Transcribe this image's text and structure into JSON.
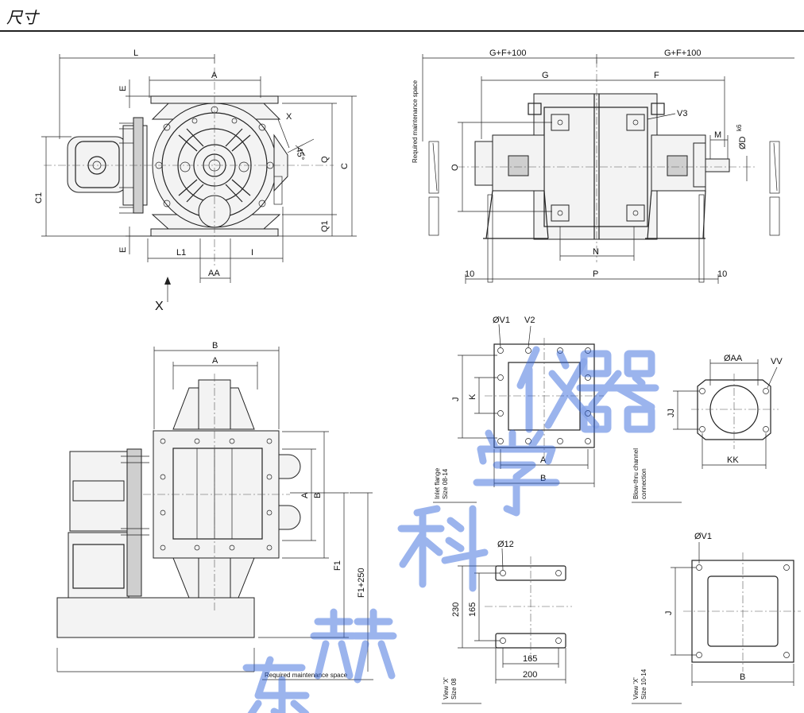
{
  "header": {
    "title": "尺寸"
  },
  "labels": {
    "L": "L",
    "A": "A",
    "E": "E",
    "X": "X",
    "deg45": "45°",
    "Q": "Q",
    "C": "C",
    "C1": "C1",
    "Q1": "Q1",
    "L1": "L1",
    "I": "I",
    "AA": "AA",
    "view_x": "X",
    "GF100": "G+F+100",
    "G": "G",
    "F": "F",
    "V3": "V3",
    "M": "M",
    "OD": "ØD",
    "k6": "k6",
    "O": "O",
    "N": "N",
    "P": "P",
    "ten": "10",
    "B": "B",
    "F1": "F1",
    "F1_250": "F1+250",
    "OV1": "ØV1",
    "V2": "V2",
    "J": "J",
    "K": "K",
    "OAA": "ØAA",
    "VV": "VV",
    "JJ": "JJ",
    "KK": "KK",
    "O12": "Ø12",
    "d230": "230",
    "d165": "165",
    "d200": "200"
  },
  "notes": {
    "maintenance_vertical": "Required maintenance space",
    "maintenance_bottom": "Required maintenance space",
    "inlet_1": "Inlet flange",
    "inlet_2": "Size 08-14",
    "blow_1": "Blow-thru channel",
    "blow_2": "connection",
    "viewx08_1": "View 'X'",
    "viewx08_2": "Size 08",
    "viewx10_1": "View 'X'",
    "viewx10_2": "Size 10-14"
  },
  "watermark": {
    "text": "东赫科学仪器",
    "color": "#2b5fd9"
  }
}
